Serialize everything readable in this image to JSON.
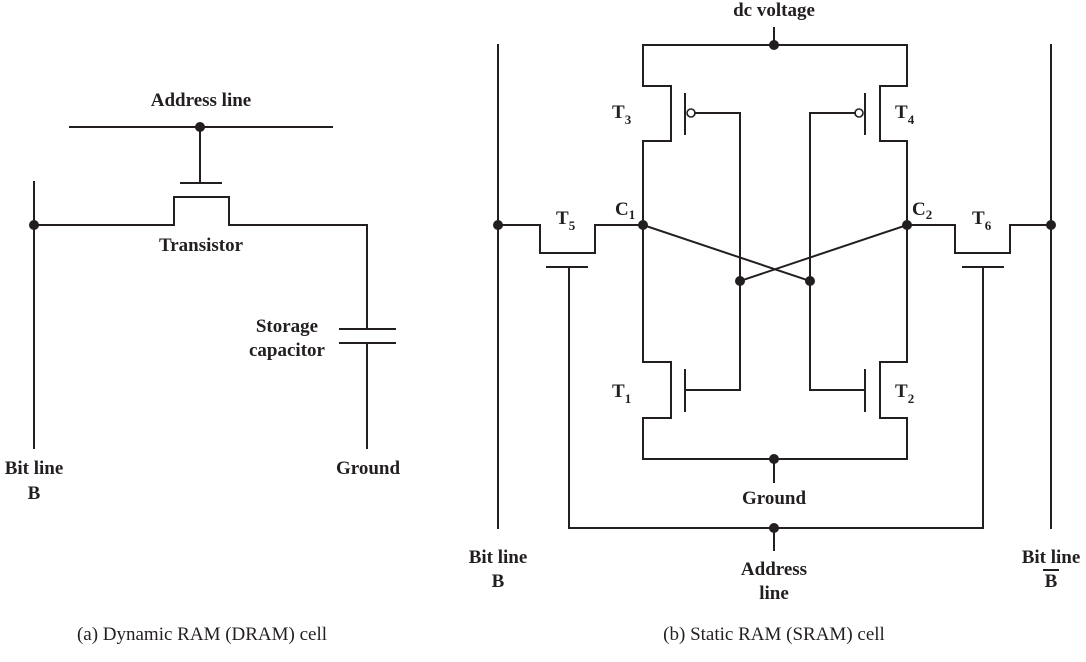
{
  "dram": {
    "address_line": "Address line",
    "transistor": "Transistor",
    "storage_capacitor_1": "Storage",
    "storage_capacitor_2": "capacitor",
    "bit_line_1": "Bit line",
    "bit_line_2": "B",
    "ground": "Ground",
    "caption": "(a) Dynamic RAM (DRAM) cell"
  },
  "sram": {
    "dc_voltage": "dc voltage",
    "transistors": [
      {
        "name": "T",
        "sub": "1"
      },
      {
        "name": "T",
        "sub": "2"
      },
      {
        "name": "T",
        "sub": "3"
      },
      {
        "name": "T",
        "sub": "4"
      },
      {
        "name": "T",
        "sub": "5"
      },
      {
        "name": "T",
        "sub": "6"
      }
    ],
    "nodes": [
      {
        "name": "C",
        "sub": "1"
      },
      {
        "name": "C",
        "sub": "2"
      }
    ],
    "ground": "Ground",
    "address_line_1": "Address",
    "address_line_2": "line",
    "bit_line_left_1": "Bit line",
    "bit_line_left_2": "B",
    "bit_line_right_1": "Bit line",
    "bit_line_right_2": "B",
    "caption": "(b) Static RAM (SRAM) cell"
  }
}
